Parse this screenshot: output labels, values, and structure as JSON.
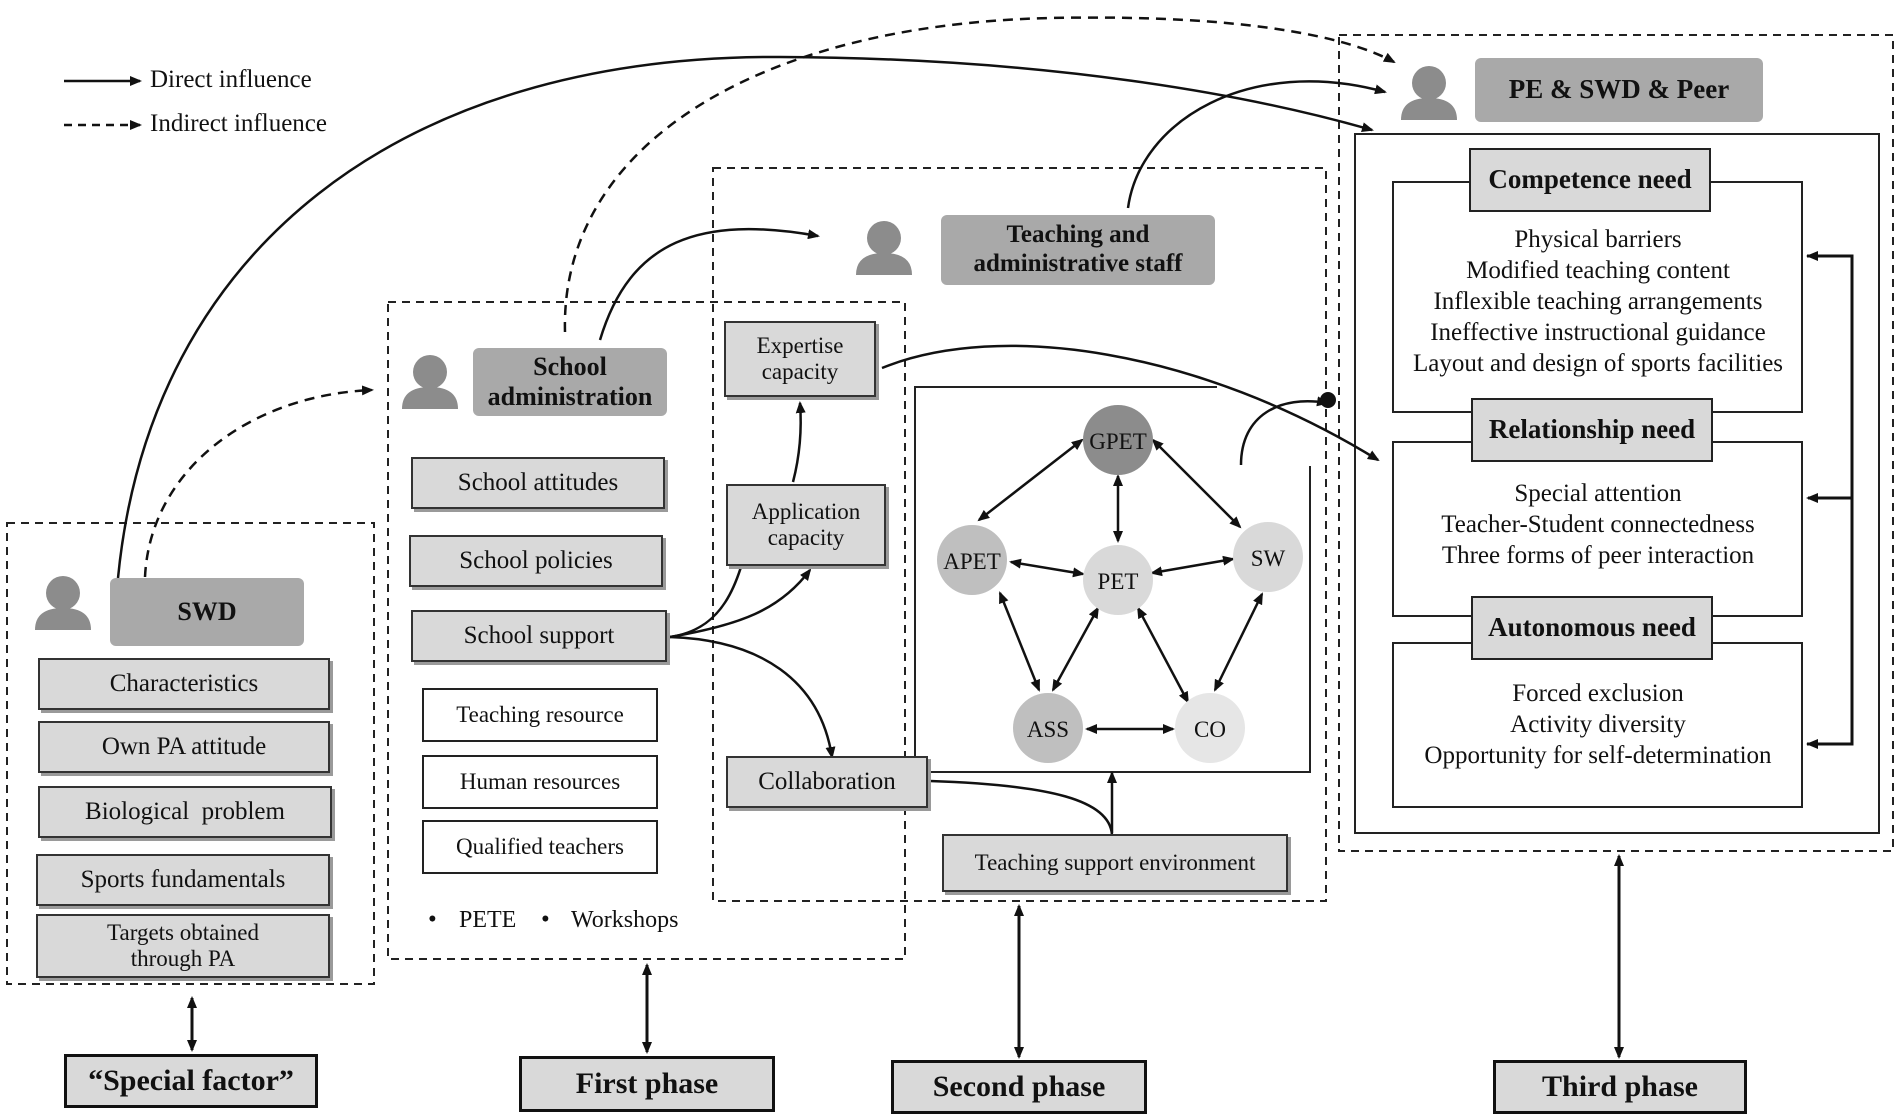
{
  "legend": {
    "direct": "Direct influence",
    "indirect": "Indirect influence"
  },
  "swd": {
    "title": "SWD",
    "items": [
      "Characteristics",
      "Own PA attitude",
      "Biological  problem",
      "Sports fundamentals",
      "Targets obtained through PA"
    ]
  },
  "school": {
    "title": "School administration",
    "items": [
      "School attitudes",
      "School policies",
      "School support"
    ],
    "resources": [
      "Teaching resource",
      "Human resources",
      "Qualified teachers"
    ],
    "bullets": [
      "PETE",
      "Workshops"
    ]
  },
  "staff": {
    "title": "Teaching and administrative staff",
    "capacities": [
      "Expertise capacity",
      "Application capacity",
      "Collaboration"
    ],
    "environment": "Teaching support environment",
    "nodes": [
      "GPET",
      "APET",
      "PET",
      "SW",
      "ASS",
      "CO"
    ]
  },
  "peer": {
    "title": "PE & SWD & Peer",
    "competence": {
      "title": "Competence need",
      "items": [
        "Physical barriers",
        "Modified teaching content",
        "Inflexible teaching arrangements",
        "Ineffective instructional guidance",
        "Layout and design of sports facilities"
      ]
    },
    "relationship": {
      "title": "Relationship need",
      "items": [
        "Special attention",
        "Teacher-Student connectedness",
        "Three forms of peer interaction"
      ]
    },
    "autonomous": {
      "title": "Autonomous need",
      "items": [
        "Forced exclusion",
        "Activity diversity",
        "Opportunity for self-determination"
      ]
    }
  },
  "phases": [
    "“Special factor”",
    "First phase",
    "Second phase",
    "Third phase"
  ],
  "colors": {
    "box_fill": "#d9d9d9",
    "header_fill": "#a9a9a9",
    "node_dark": "#8c8c8c",
    "node_mid": "#bfbfbf",
    "node_light": "#d9d9d9"
  }
}
